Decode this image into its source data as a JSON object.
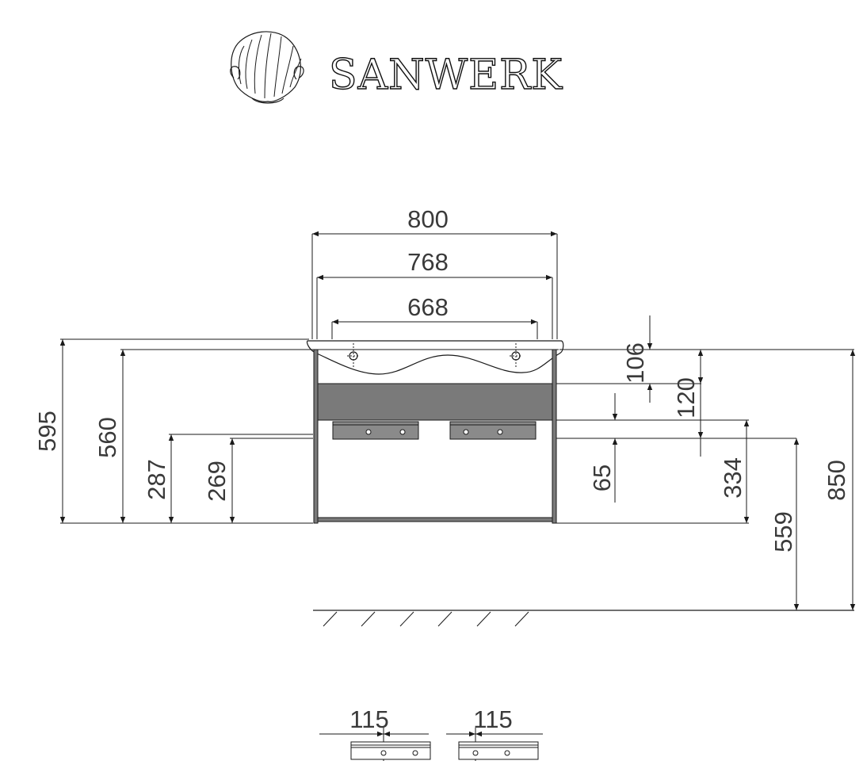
{
  "brand": {
    "name": "SANWERK",
    "logo_icon": "shell-logo-icon"
  },
  "dimensions": {
    "width_overall": "800",
    "width_inner": "768",
    "width_sinks": "668",
    "height_595": "595",
    "height_560": "560",
    "height_287": "287",
    "height_269": "269",
    "height_106": "106",
    "height_120": "120",
    "height_65": "65",
    "height_334": "334",
    "height_559": "559",
    "height_850": "850",
    "drawer_offset_left": "115",
    "drawer_offset_right": "115"
  },
  "colors": {
    "line": "#1a1a1a",
    "text": "#3a3a3a",
    "panel_fill": "#7a7a7a"
  }
}
